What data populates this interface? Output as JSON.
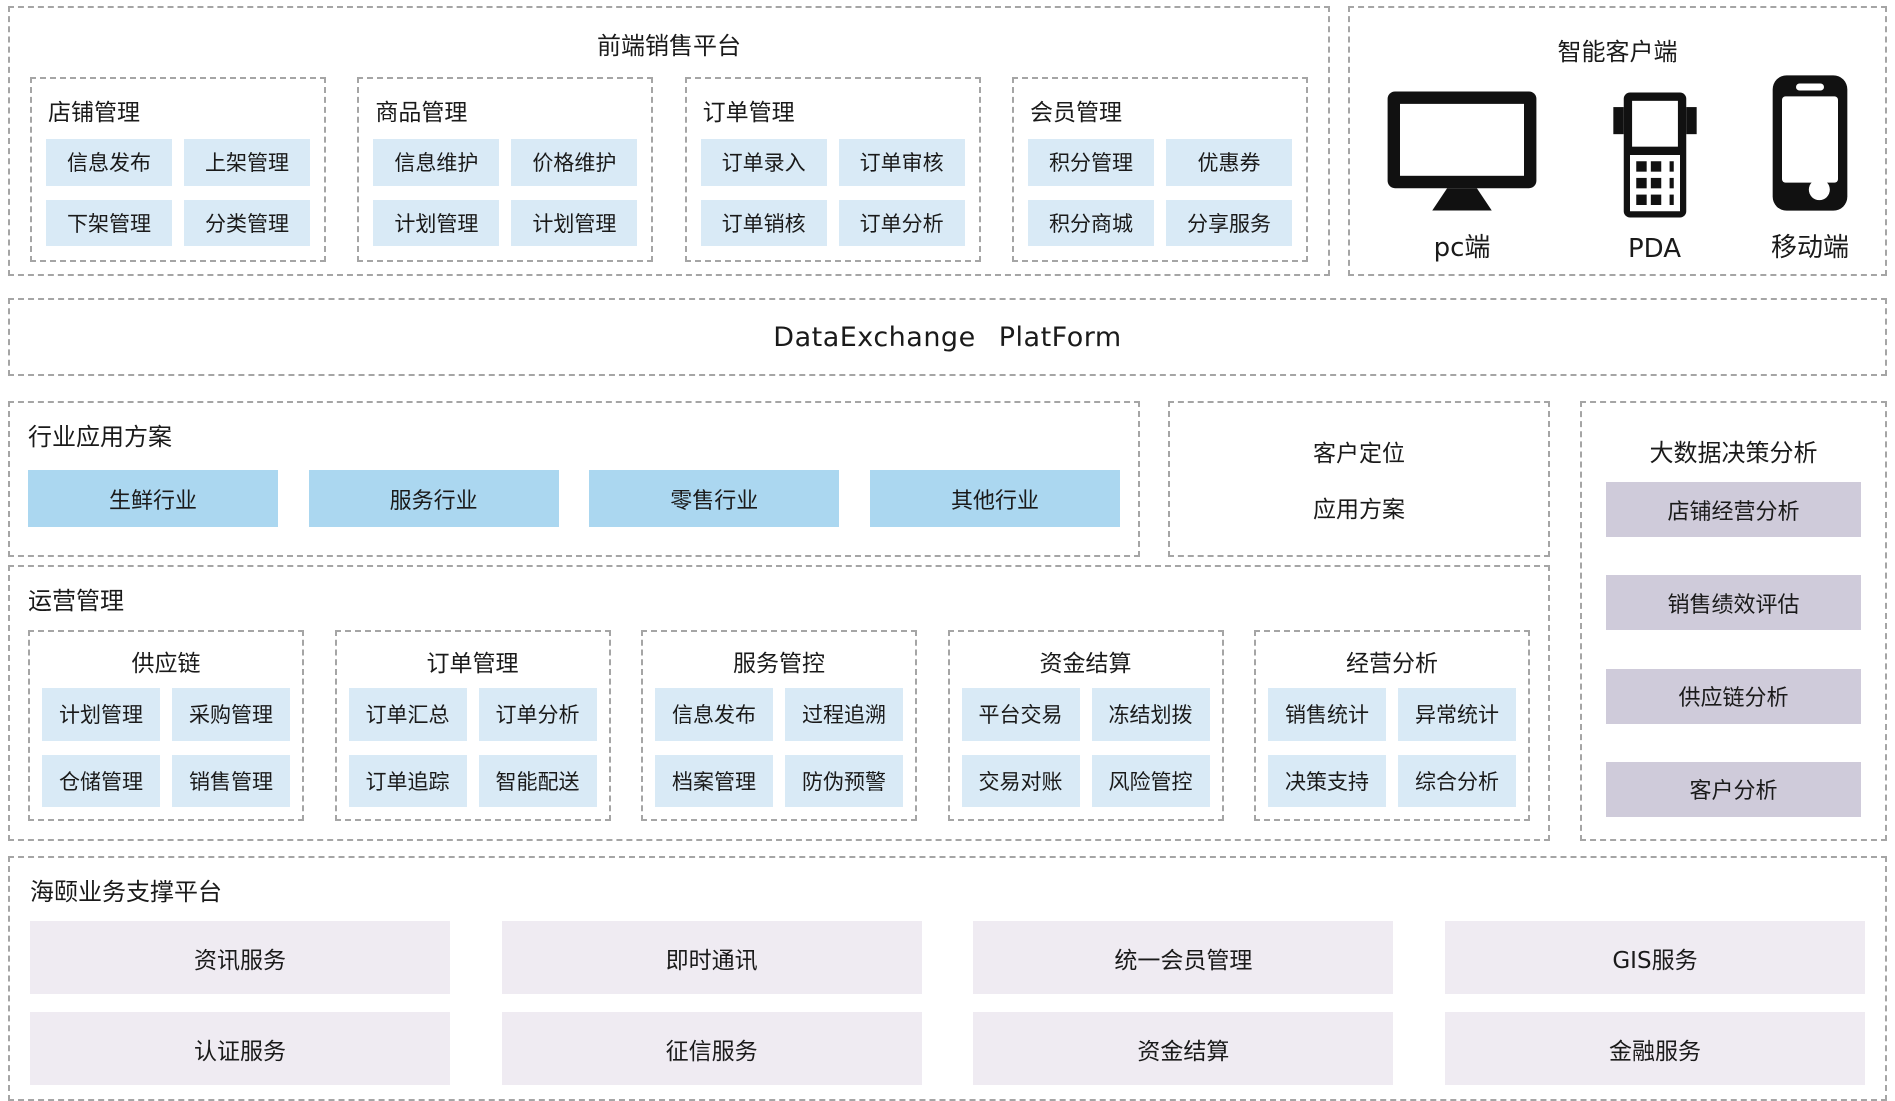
{
  "frontend_platform": {
    "title": "前端销售平台",
    "groups": [
      {
        "title": "店铺管理",
        "items": [
          "信息发布",
          "上架管理",
          "下架管理",
          "分类管理"
        ]
      },
      {
        "title": "商品管理",
        "items": [
          "信息维护",
          "价格维护",
          "计划管理",
          "计划管理"
        ]
      },
      {
        "title": "订单管理",
        "items": [
          "订单录入",
          "订单审核",
          "订单销核",
          "订单分析"
        ]
      },
      {
        "title": "会员管理",
        "items": [
          "积分管理",
          "优惠券",
          "积分商城",
          "分享服务"
        ]
      }
    ]
  },
  "smart_client": {
    "title": "智能客户端",
    "devices": [
      {
        "label": "pc端",
        "icon": "desktop-monitor-icon"
      },
      {
        "label": "PDA",
        "icon": "pda-icon"
      },
      {
        "label": "移动端",
        "icon": "smartphone-icon"
      }
    ]
  },
  "data_exchange": {
    "title": "DataExchange PlatForm"
  },
  "industry_solutions": {
    "title": "行业应用方案",
    "items": [
      "生鲜行业",
      "服务行业",
      "零售行业",
      "其他行业"
    ]
  },
  "customer_positioning": {
    "line1": "客户定位",
    "line2": "应用方案"
  },
  "big_data_analysis": {
    "title": "大数据决策分析",
    "items": [
      "店铺经营分析",
      "销售绩效评估",
      "供应链分析",
      "客户分析"
    ]
  },
  "operations_management": {
    "title": "运营管理",
    "groups": [
      {
        "title": "供应链",
        "items": [
          "计划管理",
          "采购管理",
          "仓储管理",
          "销售管理"
        ]
      },
      {
        "title": "订单管理",
        "items": [
          "订单汇总",
          "订单分析",
          "订单追踪",
          "智能配送"
        ]
      },
      {
        "title": "服务管控",
        "items": [
          "信息发布",
          "过程追溯",
          "档案管理",
          "防伪预警"
        ]
      },
      {
        "title": "资金结算",
        "items": [
          "平台交易",
          "冻结划拨",
          "交易对账",
          "风险管控"
        ]
      },
      {
        "title": "经营分析",
        "items": [
          "销售统计",
          "异常统计",
          "决策支持",
          "综合分析"
        ]
      }
    ]
  },
  "support_platform": {
    "title": "海颐业务支撑平台",
    "items": [
      "资讯服务",
      "即时通讯",
      "统一会员管理",
      "GIS服务",
      "认证服务",
      "征信服务",
      "资金结算",
      "金融服务"
    ]
  },
  "colors": {
    "chip_blue": "#d9eaf6",
    "industry_blue": "#abd7f0",
    "analysis_lavender": "#cfcbda",
    "support_lavender": "#efebf2",
    "border_gray": "#a5a5a5"
  }
}
